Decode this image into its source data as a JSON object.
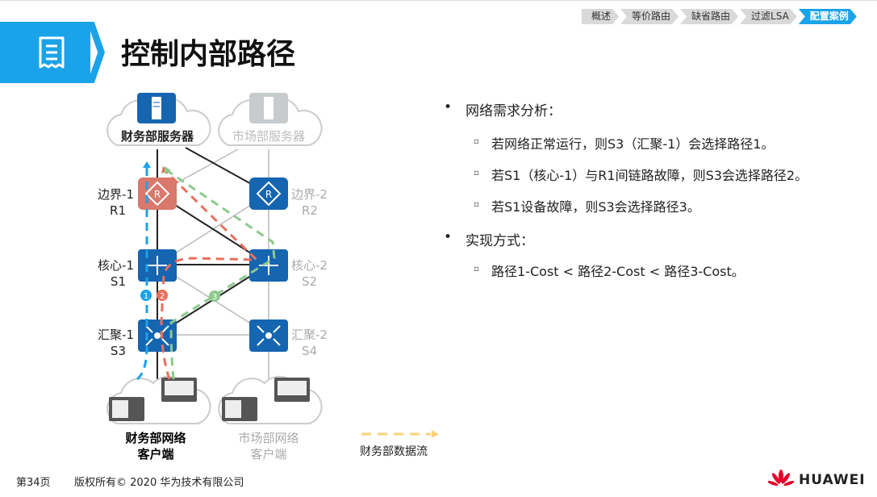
{
  "breadcrumb": [
    "概述",
    "等价路由",
    "缺省路由",
    "过滤LSA",
    "配置案例"
  ],
  "title": "控制内部路径",
  "diagram": {
    "finance_server": "财务部服务器",
    "market_server": "市场部服务器",
    "r1": [
      "边界-1",
      "R1"
    ],
    "r2": [
      "边界-2",
      "R2"
    ],
    "s1": [
      "核心-1",
      "S1"
    ],
    "s2": [
      "核心-2",
      "S2"
    ],
    "s3": [
      "汇聚-1",
      "S3"
    ],
    "s4": [
      "汇聚-2",
      "S4"
    ],
    "finance_clients": [
      "财务部网络",
      "客户端"
    ],
    "market_clients": [
      "市场部网络",
      "客户端"
    ],
    "path_labels": [
      "1",
      "2",
      "3"
    ],
    "legend": "财务部数据流",
    "colors": {
      "path1": "#1aa3e8",
      "path2": "#e8705c",
      "path3": "#8cc98c",
      "legend": "#fcd27a",
      "device": "#1565b0",
      "r1": "#d9786c"
    }
  },
  "content": {
    "bullet1": "网络需求分析：",
    "items1": [
      "若网络正常运行，则S3（汇聚-1）会选择路径1。",
      "若S1（核心-1）与R1间链路故障，则S3会选择路径2。",
      "若S1设备故障，则S3会选择路径3。"
    ],
    "bullet2": "实现方式：",
    "items2": [
      "路径1-Cost < 路径2-Cost < 路径3-Cost。"
    ]
  },
  "footer": {
    "page": "第34页",
    "copyright": "版权所有© 2020 华为技术有限公司",
    "brand": "HUAWEI"
  }
}
